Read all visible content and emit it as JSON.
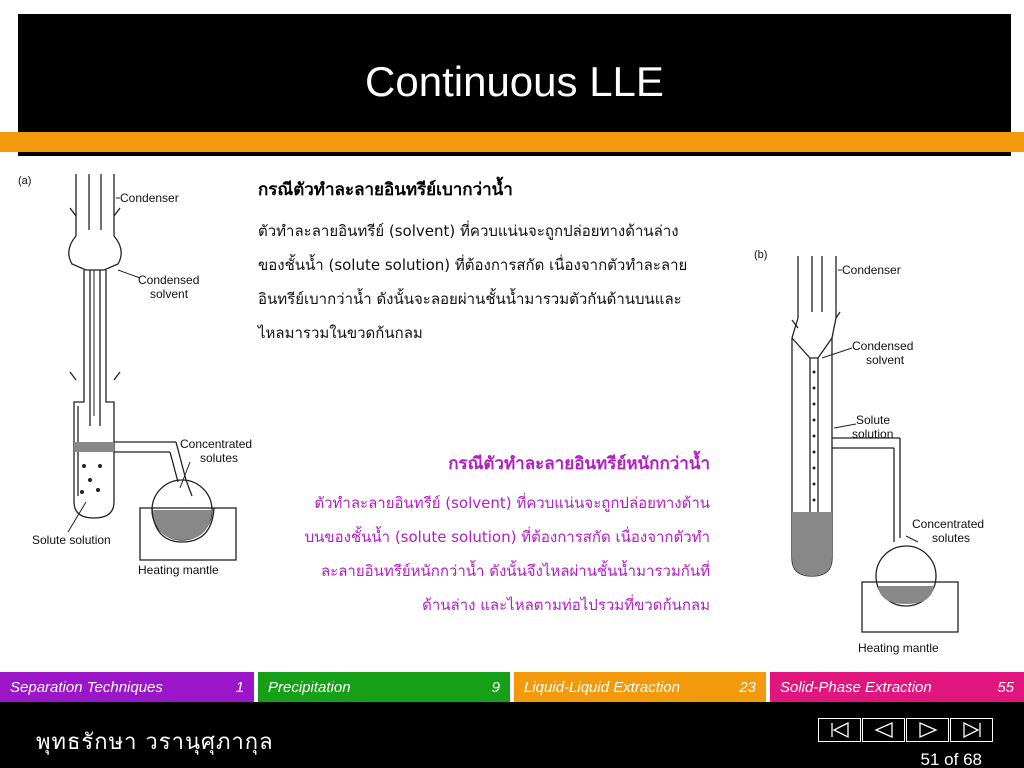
{
  "slide": {
    "title": "Continuous LLE",
    "page_counter": "51 of 68",
    "author": "พุทธรักษา  วรานุศุภากุล"
  },
  "colors": {
    "title_bar": "#000000",
    "accent_band": "#f39a0c",
    "heavy_text": "#b21ec4",
    "tab_separation": "#9b16c8",
    "tab_precipitation": "#16a018",
    "tab_lle": "#f39a0c",
    "tab_spe": "#e0157e"
  },
  "diagram_a": {
    "label": "(a)",
    "condenser": "Condenser",
    "condensed_solvent_1": "Condensed",
    "condensed_solvent_2": "solvent",
    "concentrated_solutes_1": "Concentrated",
    "concentrated_solutes_2": "solutes",
    "solute_solution": "Solute solution",
    "heating_mantle": "Heating mantle"
  },
  "diagram_b": {
    "label": "(b)",
    "condenser": "Condenser",
    "condensed_solvent_1": "Condensed",
    "condensed_solvent_2": "solvent",
    "solute_solution_1": "Solute",
    "solute_solution_2": "solution",
    "concentrated_solutes_1": "Concentrated",
    "concentrated_solutes_2": "solutes",
    "heating_mantle": "Heating mantle"
  },
  "text_light": {
    "heading": "กรณีตัวทำละลายอินทรีย์เบากว่าน้ำ",
    "body": "ตัวทำละลายอินทรีย์ (solvent) ที่ควบแน่นจะถูกปล่อยทางด้านล่างของชั้นน้ำ (solute solution) ที่ต้องการสกัด เนื่องจากตัวทำละลายอินทรีย์เบากว่าน้ำ ดังนั้นจะลอยผ่านชั้นน้ำมารวมตัวกันด้านบนและไหลมารวมในขวดก้นกลม"
  },
  "text_heavy": {
    "heading": "กรณีตัวทำละลายอินทรีย์หนักกว่าน้ำ",
    "body": "ตัวทำละลายอินทรีย์ (solvent) ที่ควบแน่นจะถูกปล่อยทางด้านบนของชั้นน้ำ (solute solution) ที่ต้องการสกัด เนื่องจากตัวทำละลายอินทรีย์หนักกว่าน้ำ ดังนั้นจึงไหลผ่านชั้นน้ำมารวมกันที่ด้านล่าง และไหลตามท่อไปรวมที่ขวดก้นกลม"
  },
  "nav_tabs": [
    {
      "label": "Separation Techniques",
      "page": "1"
    },
    {
      "label": "Precipitation",
      "page": "9"
    },
    {
      "label": "Liquid-Liquid Extraction",
      "page": "23"
    },
    {
      "label": "Solid-Phase Extraction",
      "page": "55"
    }
  ],
  "nav_buttons": [
    "first-icon",
    "previous-icon",
    "next-icon",
    "last-icon"
  ]
}
